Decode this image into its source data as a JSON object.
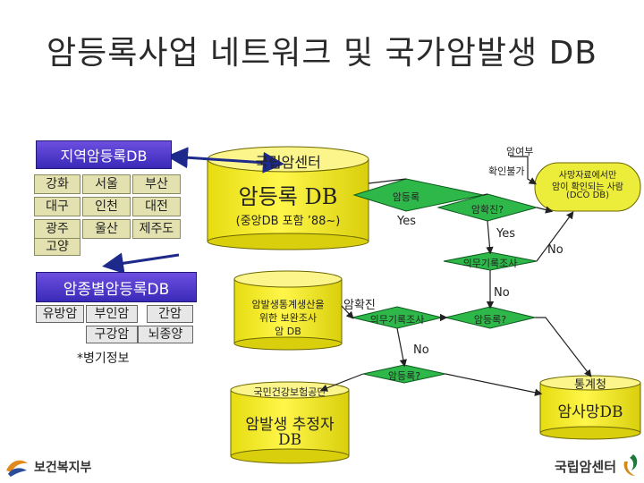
{
  "title": "암등록사업 네트워크 및 국가암발생 DB",
  "regional": {
    "header": "지역암등록DB",
    "cells": [
      "강화",
      "서울",
      "부산",
      "대구",
      "인천",
      "대전",
      "광주",
      "울산",
      "제주도",
      "고양"
    ]
  },
  "cancer_type": {
    "header": "암종별암등록DB",
    "cells": [
      "유방암",
      "부인암",
      "간암",
      "구강암",
      "뇌종양"
    ]
  },
  "note": "*병기정보",
  "national_cylinder": {
    "top": "국립암센터",
    "main": "암등록 DB",
    "sub": "(중앙DB 포함 ’88~)"
  },
  "survey_cylinder": {
    "text_l1": "암발생통계생산을",
    "text_l2": "위한 보완조사",
    "text_l3": "암 DB"
  },
  "nhis_cylinder": {
    "top": "국민건강보험공단",
    "main_l1": "암발생 추정자",
    "main_l2": "DB"
  },
  "stats_cylinder": {
    "top": "통계청",
    "main": "암사망DB"
  },
  "death_box": {
    "l1": "사망자료에서만",
    "l2": "암이 확인되는 사람",
    "l3": "(DCO DB)"
  },
  "flow": {
    "cancer_status": "암여부",
    "unconfirmable": "확인불가",
    "registration": "암등록",
    "yes1": "Yes",
    "confirmed_q": "암확진?",
    "yes2": "Yes",
    "no1": "No",
    "medical_record1": "의무기록조사",
    "no2": "No",
    "confirmed": "암확진",
    "medical_record2": "의무기록조사",
    "registered_q1": "암등록?",
    "no3": "No",
    "registered_q2": "암등록?"
  },
  "logos": {
    "ministry": "보건복지부",
    "ncc": "국립암센터"
  },
  "colors": {
    "cylinder": "#f5ee2a",
    "diamond": "#2fb84a",
    "blue_box": "#4b35c9",
    "region_cell": "#e3e1b0",
    "arrow": "#1d2a8c"
  }
}
